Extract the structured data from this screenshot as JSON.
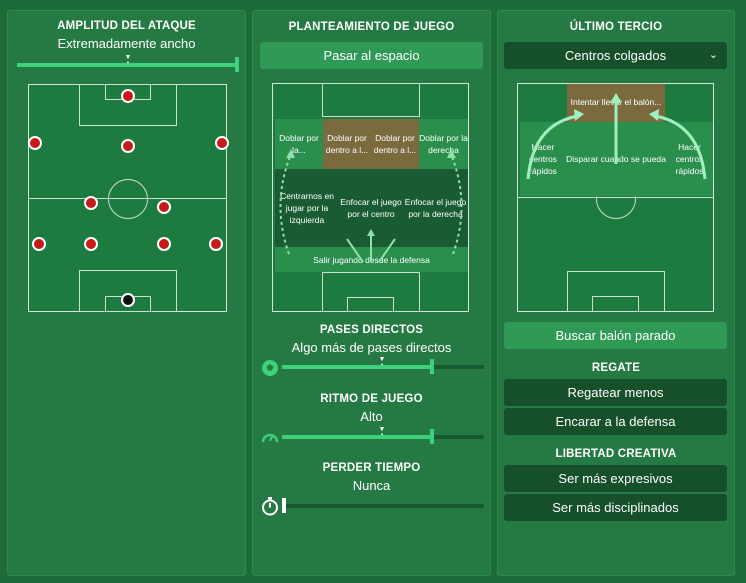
{
  "amplitud": {
    "title": "AMPLITUD DEL ATAQUE",
    "value": "Extremadamente ancho",
    "slider_level": 1.0
  },
  "planteamiento": {
    "title": "PLANTEAMIENTO DE JUEGO",
    "button": "Pasar al espacio",
    "zones": {
      "left_wide": "Doblar por la...",
      "center_left": "Doblar por dentro a l...",
      "center_right": "Doblar por dentro a l...",
      "right_wide": "Doblar por la derecha",
      "mid_left": "Centrarnos en jugar por la izquierda",
      "mid_center": "Enfocar el juego por el centro",
      "mid_right": "Enfocar el juego por la derecha",
      "back": "Salir jugando desde la defensa"
    }
  },
  "pases": {
    "title": "PASES DIRECTOS",
    "value": "Algo más de pases directos",
    "slider_level": 0.75
  },
  "ritmo": {
    "title": "RITMO DE JUEGO",
    "value": "Alto",
    "slider_level": 0.75
  },
  "perder": {
    "title": "PERDER TIEMPO",
    "value": "Nunca",
    "slider_level": 0.0
  },
  "ultimo": {
    "title": "ÚLTIMO TERCIO",
    "select": "Centros colgados",
    "zones": {
      "top": "Intentar llevar el balón...",
      "left": "Hacer centros rápidos",
      "center": "Disparar cuando se pueda",
      "right": "Hacer centros rápidos"
    },
    "button": "Buscar balón parado"
  },
  "regate": {
    "title": "REGATE",
    "options": [
      "Regatear menos",
      "Encarar a la defensa"
    ]
  },
  "libertad": {
    "title": "LIBERTAD CREATIVA",
    "options": [
      "Ser más expresivos",
      "Ser más disciplinados"
    ]
  },
  "colors": {
    "background": "#1e6b3a",
    "panel": "#247a42",
    "accent": "#3ed07a",
    "player": "#c71a1a",
    "goalkeeper": "#111111"
  }
}
